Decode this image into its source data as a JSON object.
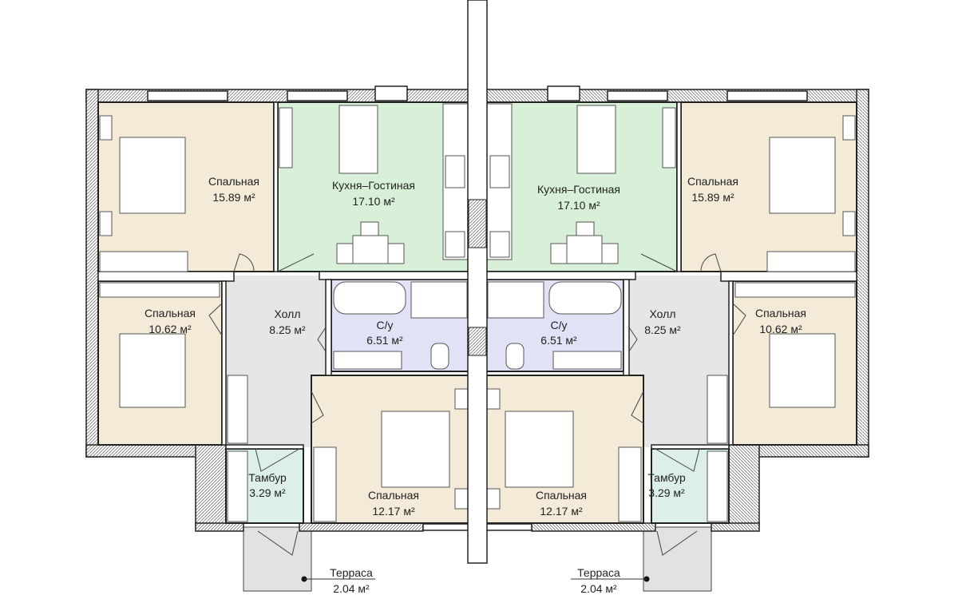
{
  "colors": {
    "bedroom": "#f3ead8",
    "kitchen": "#d8f0d8",
    "hall": "#e6e6e6",
    "bathroom": "#e2e2f6",
    "tambur": "#dcefe8",
    "terrace": "#e2e2e2"
  },
  "left": {
    "bedroom_large": {
      "name": "Спальная",
      "area": "15.89 м²"
    },
    "kitchen": {
      "name": "Кухня–Гостиная",
      "area": "17.10 м²"
    },
    "bedroom_small": {
      "name": "Спальная",
      "area": "10.62 м²"
    },
    "hall": {
      "name": "Холл",
      "area": "8.25 м²"
    },
    "bathroom": {
      "name": "С/у",
      "area": "6.51 м²"
    },
    "bedroom_bottom": {
      "name": "Спальная",
      "area": "12.17 м²"
    },
    "tambur": {
      "name": "Тамбур",
      "area": "3.29 м²"
    },
    "terrace": {
      "name": "Терраса",
      "area": "2.04 м²"
    }
  },
  "right": {
    "bedroom_large": {
      "name": "Спальная",
      "area": "15.89 м²"
    },
    "kitchen": {
      "name": "Кухня–Гостиная",
      "area": "17.10 м²"
    },
    "bedroom_small": {
      "name": "Спальная",
      "area": "10.62 м²"
    },
    "hall": {
      "name": "Холл",
      "area": "8.25 м²"
    },
    "bathroom": {
      "name": "С/у",
      "area": "6.51 м²"
    },
    "bedroom_bottom": {
      "name": "Спальная",
      "area": "12.17 м²"
    },
    "tambur": {
      "name": "Тамбур",
      "area": "3.29 м²"
    },
    "terrace": {
      "name": "Терраса",
      "area": "2.04 м²"
    }
  }
}
